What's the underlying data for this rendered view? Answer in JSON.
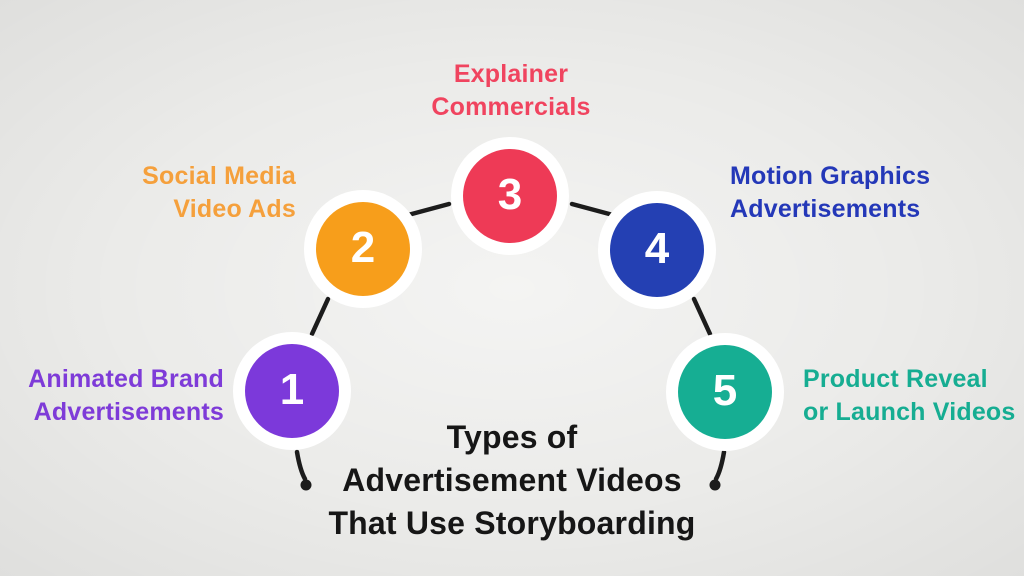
{
  "background_color": "#EBEBE9",
  "connector_color": "#1c1c1c",
  "title": {
    "line1": "Types of",
    "line2": "Advertisement Videos",
    "line3": "That Use Storyboarding",
    "color": "#161616"
  },
  "steps": [
    {
      "number": "1",
      "label_line1": "Animated Brand",
      "label_line2": "Advertisements",
      "circle_color": "#7C39DA",
      "label_color": "#7E3BD8"
    },
    {
      "number": "2",
      "label_line1": "Social Media",
      "label_line2": "Video Ads",
      "circle_color": "#F79E1B",
      "label_color": "#F5A03C"
    },
    {
      "number": "3",
      "label_line1": "Explainer",
      "label_line2": "Commercials",
      "circle_color": "#EE3A56",
      "label_color": "#F0445F"
    },
    {
      "number": "4",
      "label_line1": "Motion Graphics",
      "label_line2": "Advertisements",
      "circle_color": "#2440B3",
      "label_color": "#2438B8"
    },
    {
      "number": "5",
      "label_line1": "Product Reveal",
      "label_line2": "or Launch Videos",
      "circle_color": "#16AE93",
      "label_color": "#16AD92"
    }
  ]
}
